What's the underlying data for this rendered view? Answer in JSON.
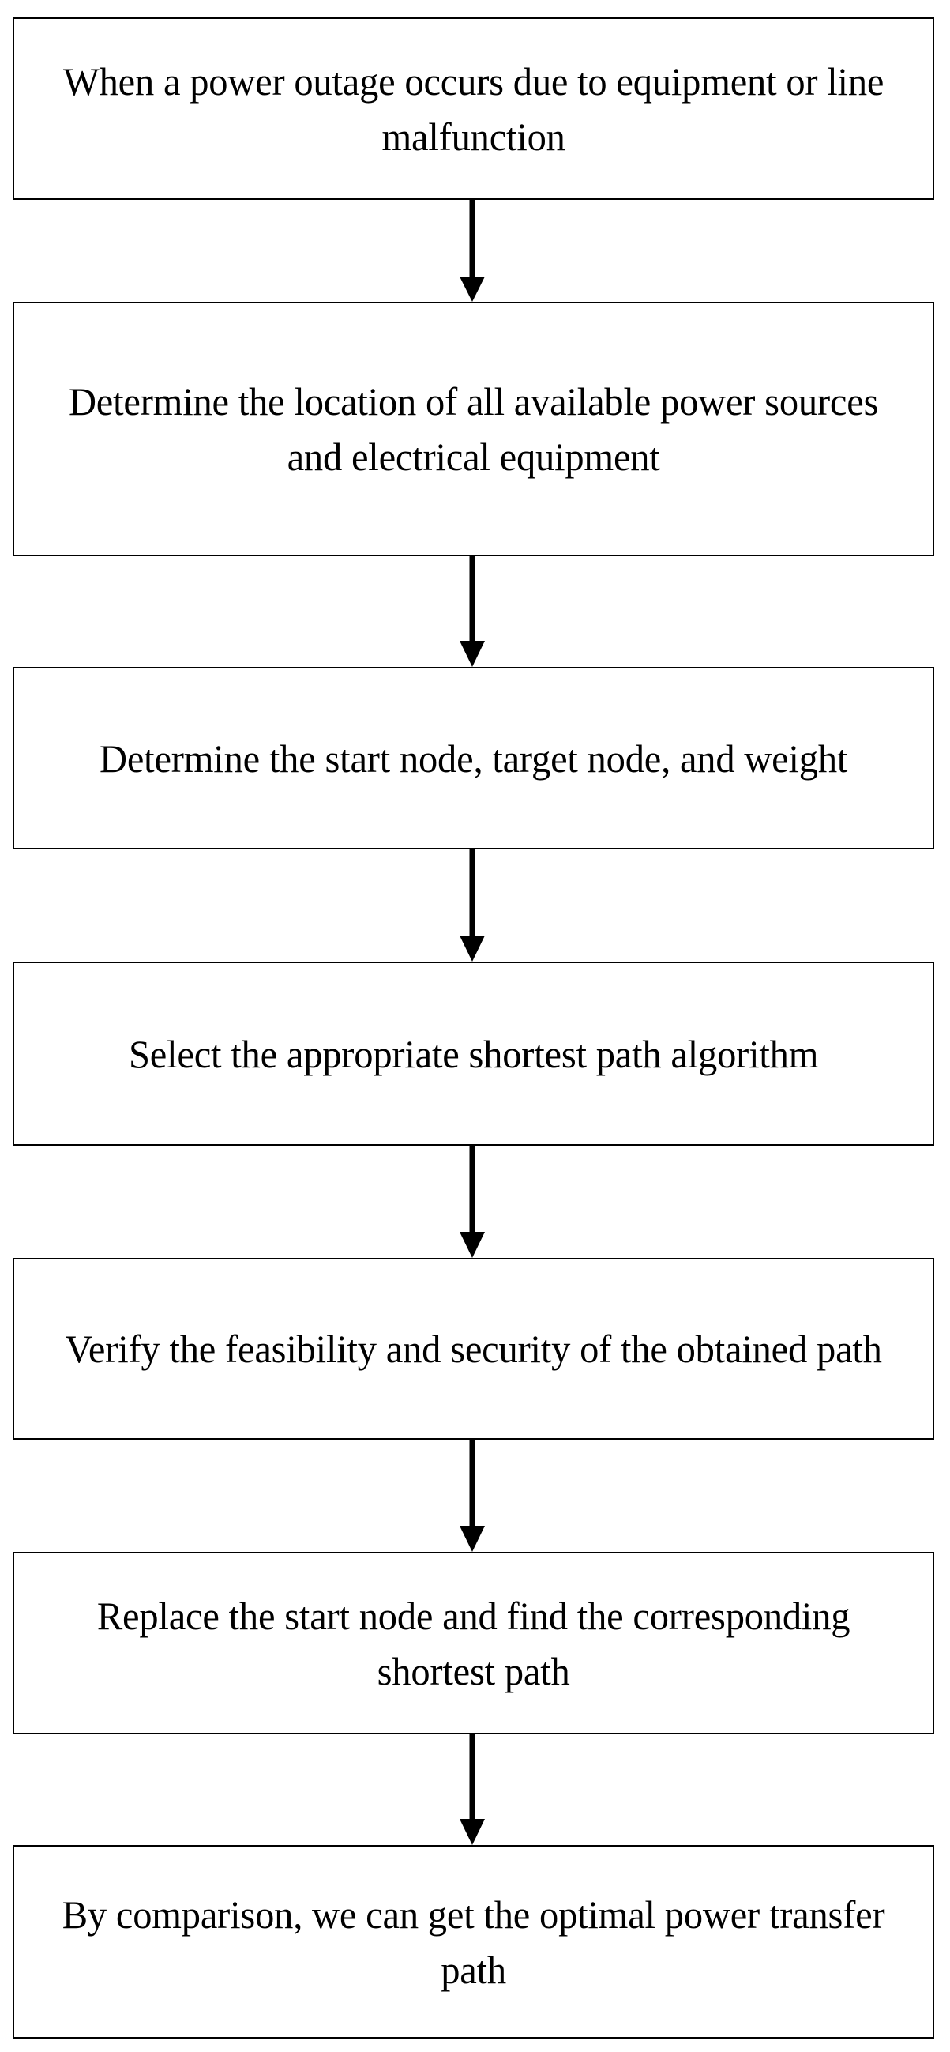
{
  "diagram": {
    "type": "flowchart",
    "orientation": "top-to-bottom",
    "shape": "rectangle",
    "border_color": "#000000",
    "fill_color": "#ffffff",
    "text_color": "#000000",
    "arrow_color": "#000000",
    "node_count": 7,
    "arrow_count": 6,
    "nodes": [
      {
        "id": "node-1",
        "text": "When a power outage occurs due to equipment or line malfunction",
        "lines": [
          "When a power outage occurs due to",
          "equipment or line malfunction"
        ]
      },
      {
        "id": "node-2",
        "text": "Determine the location of all available power sources and electrical equipment",
        "lines": [
          "Determine the location of all",
          "available power sources and",
          "electrical equipment"
        ]
      },
      {
        "id": "node-3",
        "text": "Determine the start node, target node, and weight",
        "lines": [
          "Determine the start node, target",
          "node, and weight"
        ]
      },
      {
        "id": "node-4",
        "text": "Select the appropriate shortest path algorithm",
        "lines": [
          "Select the appropriate shortest path",
          "algorithm"
        ]
      },
      {
        "id": "node-5",
        "text": "Verify the feasibility and security of the obtained path",
        "lines": [
          "Verify the feasibility and security of",
          "the obtained path"
        ]
      },
      {
        "id": "node-6",
        "text": "Replace the start node and find the corresponding shortest path",
        "lines": [
          "Replace the start node and find the",
          "corresponding shortest path"
        ]
      },
      {
        "id": "node-7",
        "text": "By comparison, we can get the optimal power transfer path",
        "lines": [
          "By comparison, we can get the",
          "optimal power transfer path"
        ]
      }
    ],
    "edges": [
      {
        "id": "arrow-1",
        "from": "node-1",
        "to": "node-2",
        "marker": "arrowhead-down"
      },
      {
        "id": "arrow-2",
        "from": "node-2",
        "to": "node-3",
        "marker": "arrowhead-down"
      },
      {
        "id": "arrow-3",
        "from": "node-3",
        "to": "node-4",
        "marker": "arrowhead-down"
      },
      {
        "id": "arrow-4",
        "from": "node-4",
        "to": "node-5",
        "marker": "arrowhead-down"
      },
      {
        "id": "arrow-5",
        "from": "node-5",
        "to": "node-6",
        "marker": "arrowhead-down"
      },
      {
        "id": "arrow-6",
        "from": "node-6",
        "to": "node-7",
        "marker": "arrowhead-down"
      }
    ]
  }
}
